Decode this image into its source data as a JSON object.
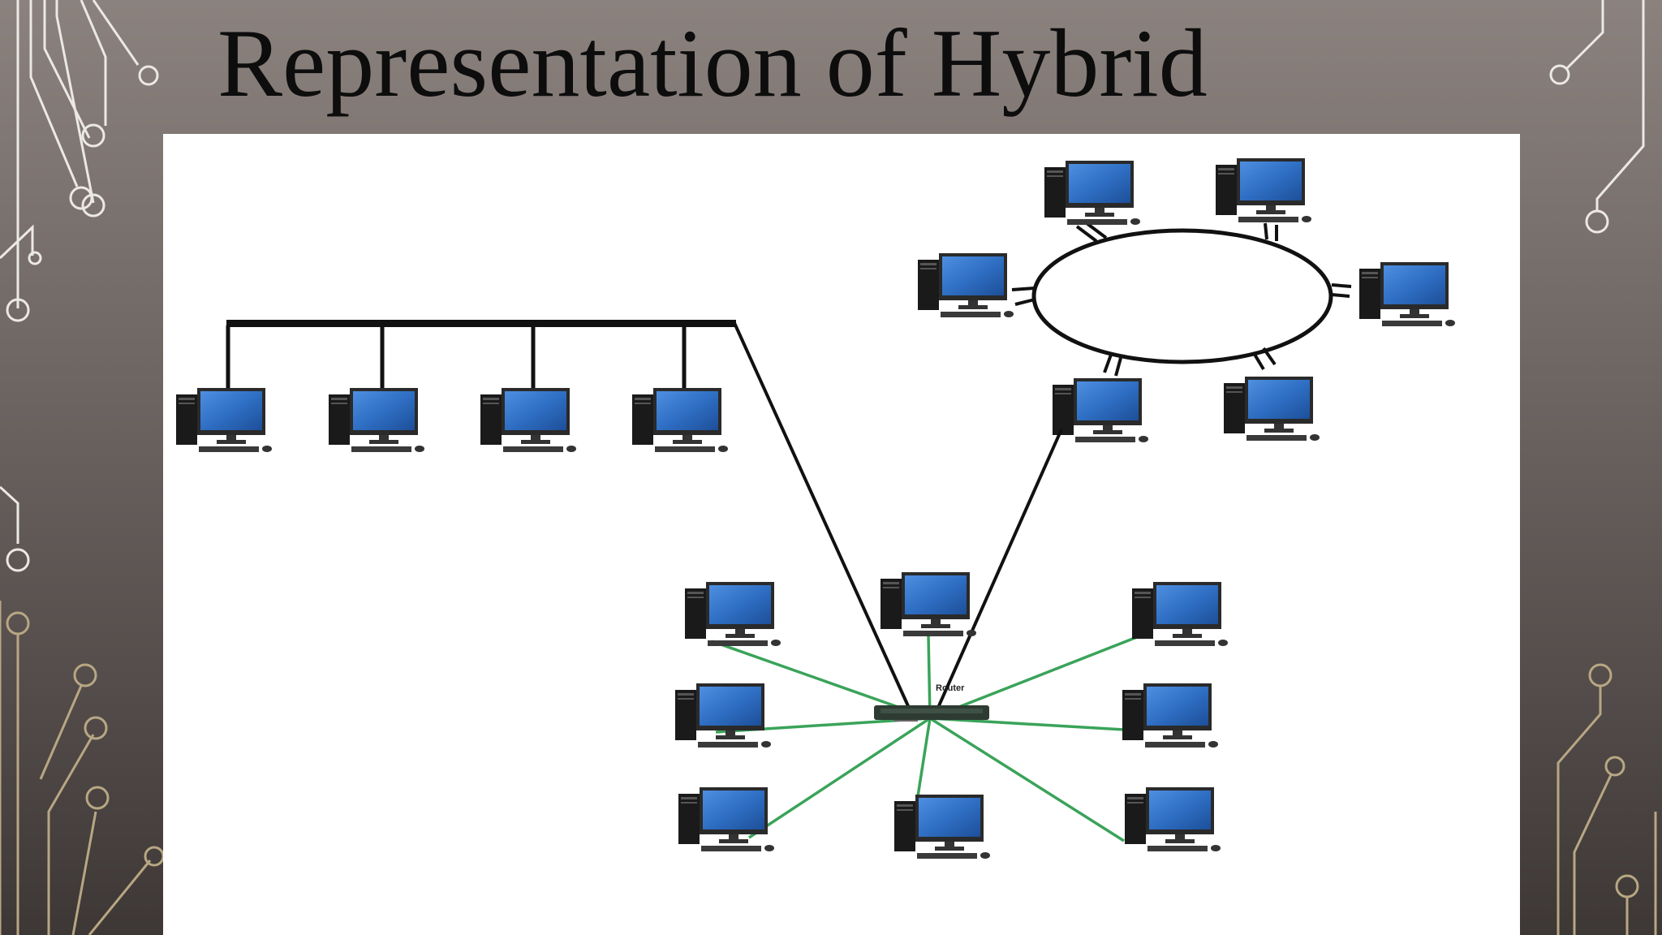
{
  "slide": {
    "title": "Representation of Hybrid"
  },
  "diagram": {
    "router_label": "Router",
    "topologies": [
      "bus",
      "ring",
      "star"
    ],
    "colors": {
      "bus_cable": "#111111",
      "ring_cable": "#111111",
      "trunk_link": "#111111",
      "star_link": "#3aa35a",
      "monitor_screen": "#2f6fc4",
      "tower": "#1a1a1a",
      "slide_background": "#6e6663",
      "circuit_decor_light": "#e8e4e0",
      "circuit_decor_gold": "#b8a783"
    },
    "icons": [
      "desktop-computer-icon",
      "router-icon"
    ]
  }
}
